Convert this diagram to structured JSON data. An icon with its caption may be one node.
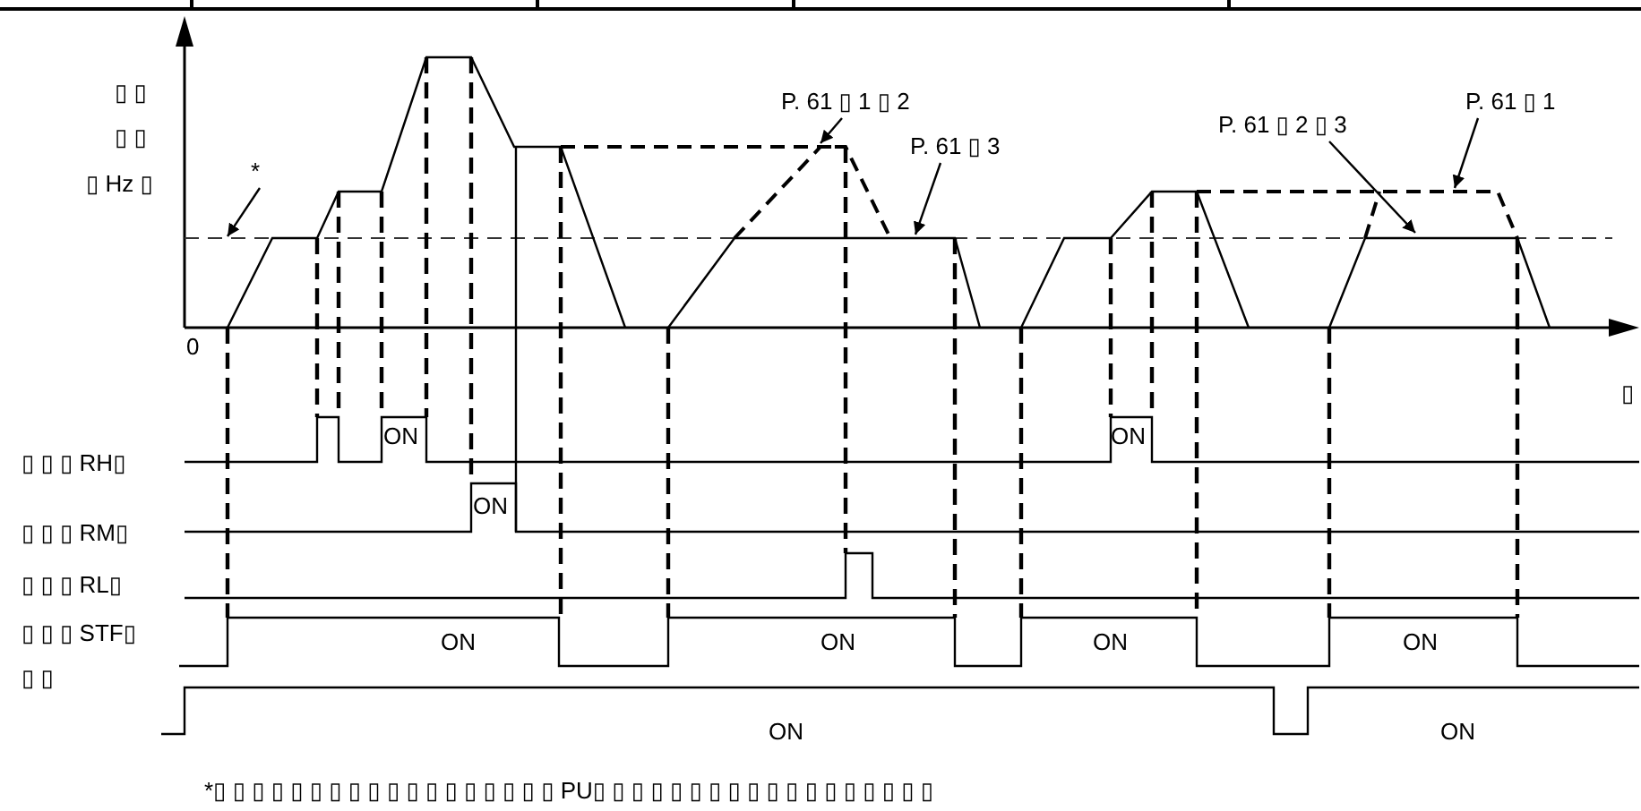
{
  "diagram": {
    "nodes": [
      {
        "text": [
          "*"
        ]
      },
      {
        "text": [
          "P. 61 ▯ 1 ▯ 2"
        ]
      },
      {
        "text": [
          "P. 61 ▯ 3"
        ]
      },
      {
        "text": [
          "P. 61 ▯ 2 ▯ 3"
        ]
      },
      {
        "text": [
          "P. 61 ▯ 1"
        ]
      }
    ],
    "edges": [
      {
        "from": 0,
        "to": null,
        "arrow": "to"
      },
      {
        "from": 1,
        "to": null,
        "arrow": "to"
      },
      {
        "from": 2,
        "to": null,
        "arrow": "to"
      },
      {
        "from": 3,
        "to": null,
        "arrow": "to"
      },
      {
        "from": 4,
        "to": null,
        "arrow": "to"
      }
    ],
    "labels": [
      "▯ ▯",
      "▯ ▯",
      "▯ Hz ▯",
      "0",
      "▯",
      "ON",
      "ON",
      "▯ ▯ ▯ RH▯",
      "ON",
      "▯ ▯ ▯ RM▯",
      "▯ ▯ ▯ RL▯",
      "▯ ▯ ▯ STF▯",
      "ON",
      "ON",
      "ON",
      "ON",
      "▯ ▯",
      "ON",
      "ON",
      "*▯ ▯ ▯ ▯ ▯ ▯ ▯ ▯ ▯ ▯ ▯ ▯ ▯ ▯ ▯ ▯ ▯ ▯ PU▯ ▯ ▯ ▯ ▯ ▯ ▯ ▯ ▯ ▯ ▯ ▯ ▯ ▯ ▯ ▯ ▯ ▯"
    ]
  }
}
